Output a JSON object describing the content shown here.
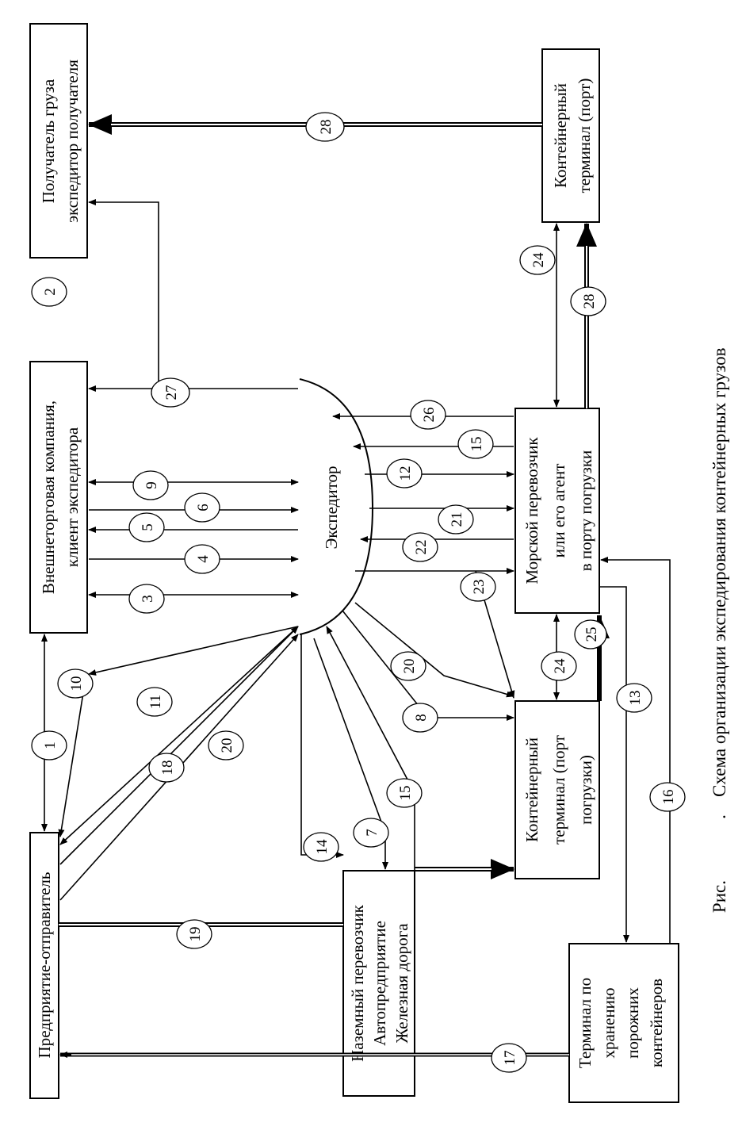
{
  "boxes": {
    "receiver": [
      "Получатель груза",
      "экспедитор получателя"
    ],
    "trading_company": [
      "Внешнеторговая компания,",
      "клиент экспедитора"
    ],
    "forwarder": "Экспедитор",
    "shipper": "Предприятие-отправитель",
    "land_carrier": [
      "Наземный перевозчик",
      "Автопредприятие",
      "Железная дорога"
    ],
    "container_terminal_loading": [
      "Контейнерный",
      "терминал (порт",
      "погрузки)"
    ],
    "sea_carrier": [
      "Морской перевозчик",
      "или его агент",
      "в порту погрузки"
    ],
    "container_terminal_port": [
      "Контейнерный",
      "терминал (порт)"
    ],
    "empty_container_terminal": [
      "Терминал по",
      "хранению",
      "порожних",
      "контейнеров"
    ]
  },
  "markers": {
    "m1": "1",
    "m2": "2",
    "m3": "3",
    "m4": "4",
    "m5": "5",
    "m6": "6",
    "m7": "7",
    "m8": "8",
    "m9": "9",
    "m10": "10",
    "m11": "11",
    "m12": "12",
    "m13": "13",
    "m14": "14",
    "m15a": "15",
    "m15b": "15",
    "m16": "16",
    "m17": "17",
    "m18": "18",
    "m19": "19",
    "m20a": "20",
    "m20b": "20",
    "m21": "21",
    "m22": "22",
    "m23": "23",
    "m24a": "24",
    "m24b": "24",
    "m25": "25",
    "m26": "26",
    "m27": "27",
    "m28a": "28",
    "m28b": "28"
  },
  "caption": {
    "prefix": "Рис.",
    "number": ".",
    "title": "Схема организации экспедирования контейнерных грузов"
  }
}
